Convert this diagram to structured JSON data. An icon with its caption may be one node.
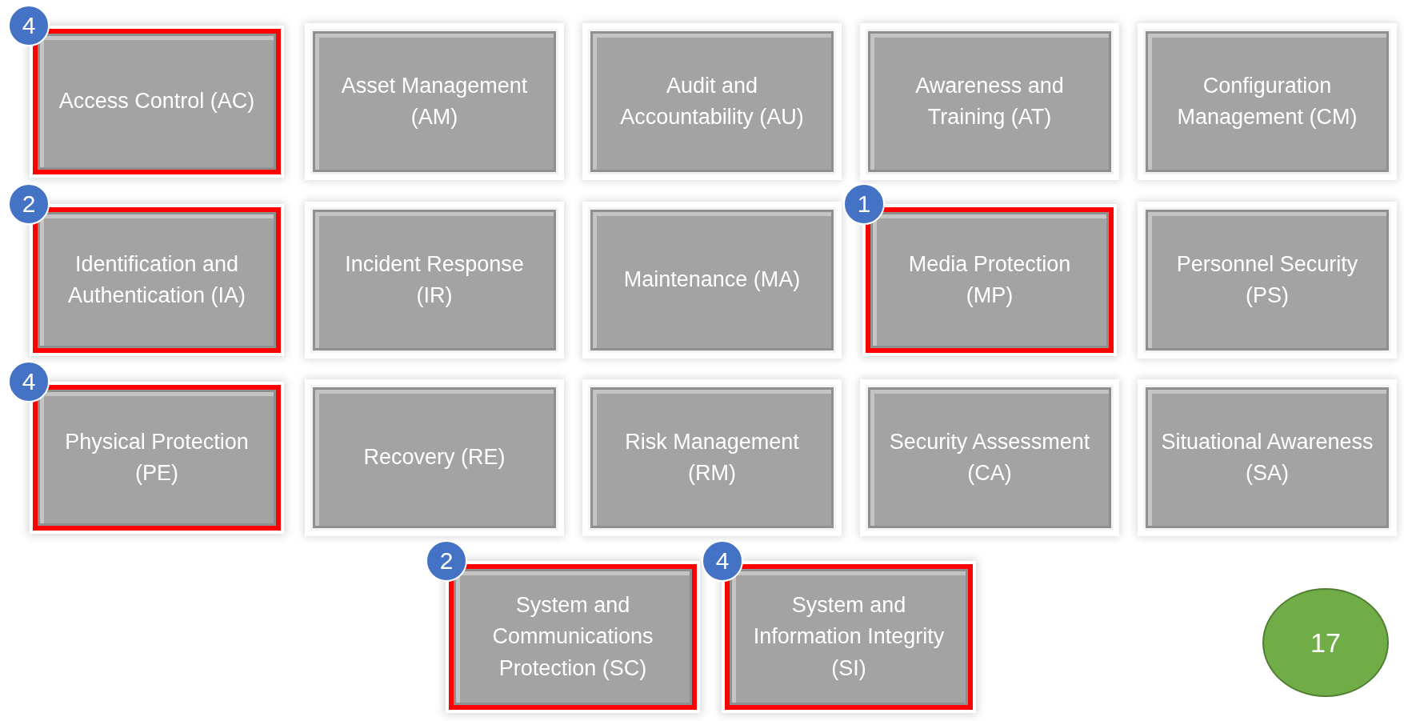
{
  "diagram": {
    "nodes": [
      {
        "text": [
          "4"
        ]
      },
      {
        "text": [
          "Access Control (AC)"
        ]
      },
      {
        "text": [
          "Asset Management (AM)"
        ]
      },
      {
        "text": [
          "Audit and Accountability (AU)"
        ]
      },
      {
        "text": [
          "Awareness and Training (AT)"
        ]
      },
      {
        "text": [
          "Configuration Management (CM)"
        ]
      },
      {
        "text": [
          "2"
        ]
      },
      {
        "text": [
          "Identification and Authentication (IA)"
        ]
      },
      {
        "text": [
          "Incident Response (IR)"
        ]
      },
      {
        "text": [
          "Maintenance (MA)"
        ]
      },
      {
        "text": [
          "1"
        ]
      },
      {
        "text": [
          "Media Protection (MP)"
        ]
      },
      {
        "text": [
          "Personnel Security (PS)"
        ]
      },
      {
        "text": [
          "4"
        ]
      },
      {
        "text": [
          "Physical Protection (PE)"
        ]
      },
      {
        "text": [
          "Recovery (RE)"
        ]
      },
      {
        "text": [
          "Risk Management (RM)"
        ]
      },
      {
        "text": [
          "Security Assessment (CA)"
        ]
      },
      {
        "text": [
          "Situational Awareness (SA)"
        ]
      },
      {
        "text": [
          "2"
        ]
      },
      {
        "text": [
          "System and Communications Protection (SC)"
        ]
      },
      {
        "text": [
          "4"
        ]
      },
      {
        "text": [
          "System and Information Integrity (SI)"
        ]
      },
      {
        "text": [
          "17"
        ]
      }
    ],
    "edges": []
  }
}
